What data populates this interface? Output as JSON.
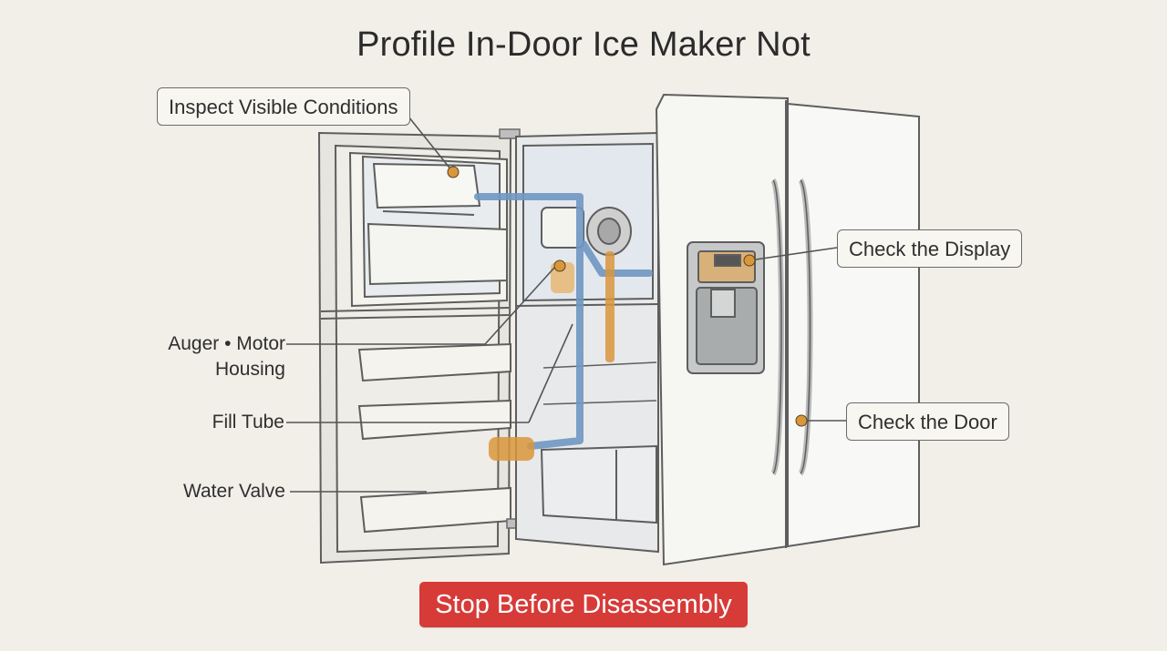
{
  "title": "Profile In-Door Ice Maker Not",
  "callouts": {
    "inspect": "Inspect Visible Conditions",
    "display": "Check the Display",
    "door": "Check the Door"
  },
  "labels": {
    "auger_line1": "Auger • Motor",
    "auger_line2": "Housing",
    "fill_tube": "Fill Tube",
    "water_valve": "Water Valve"
  },
  "action": {
    "stop_label": "Stop Before Disassembly"
  },
  "colors": {
    "background": "#f1efe8",
    "water_line": "#6f97c2",
    "highlight": "#d9973c",
    "stop_button": "#d63b38"
  }
}
